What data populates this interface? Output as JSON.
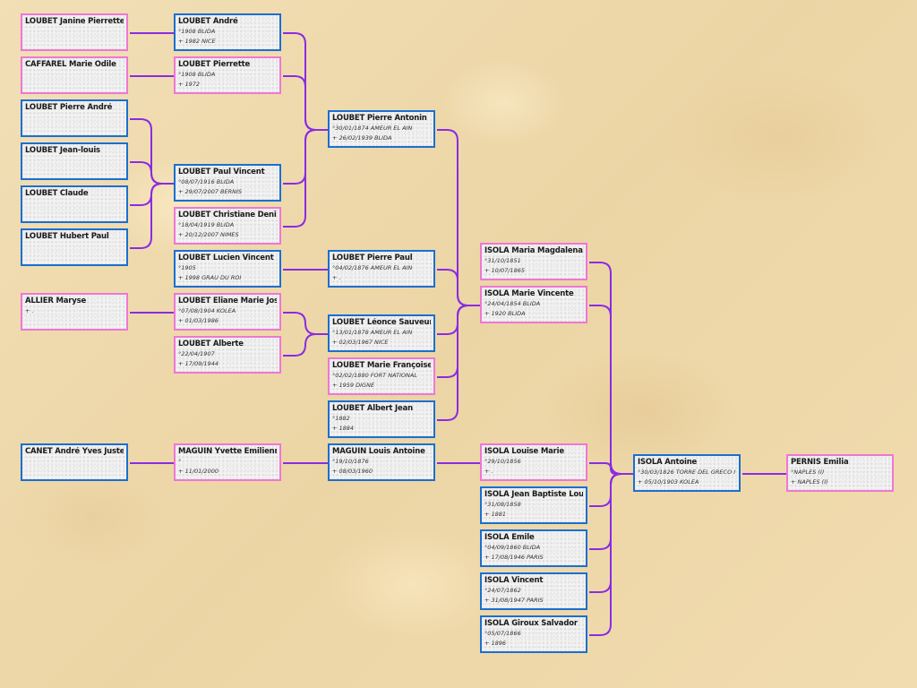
{
  "colors": {
    "male_border": "#1b6fd0",
    "female_border": "#ee77d4",
    "link": "#8a2be2"
  },
  "people": [
    {
      "id": "loubet-janine-pierrette-armande",
      "sex": "f",
      "name": "LOUBET Janine Pierrette Armande",
      "lines": []
    },
    {
      "id": "caffarel-marie-odile",
      "sex": "f",
      "name": "CAFFAREL Marie Odile",
      "lines": []
    },
    {
      "id": "loubet-pierre-andre-jr",
      "sex": "m",
      "name": "LOUBET Pierre André",
      "lines": []
    },
    {
      "id": "loubet-jean-louis",
      "sex": "m",
      "name": "LOUBET Jean-louis",
      "lines": []
    },
    {
      "id": "loubet-claude",
      "sex": "m",
      "name": "LOUBET Claude",
      "lines": []
    },
    {
      "id": "loubet-hubert-paul",
      "sex": "m",
      "name": "LOUBET Hubert Paul",
      "lines": []
    },
    {
      "id": "allier-maryse",
      "sex": "f",
      "name": "ALLIER Maryse",
      "lines": [
        "+ ."
      ]
    },
    {
      "id": "canet-andre-yves-juste",
      "sex": "m",
      "name": "CANET André Yves Juste",
      "lines": []
    },
    {
      "id": "loubet-andre",
      "sex": "m",
      "name": "LOUBET André",
      "lines": [
        "°1908 BLIDA",
        "+ 1982 NICE"
      ]
    },
    {
      "id": "loubet-pierrette",
      "sex": "f",
      "name": "LOUBET Pierrette",
      "lines": [
        "°1908 BLIDA",
        "+ 1972"
      ]
    },
    {
      "id": "loubet-paul-vincent",
      "sex": "m",
      "name": "LOUBET Paul Vincent",
      "lines": [
        "°08/07/1916 BLIDA",
        "+ 29/07/2007 BERNIS"
      ]
    },
    {
      "id": "loubet-christiane-denise",
      "sex": "f",
      "name": "LOUBET Christiane Denise",
      "lines": [
        "°18/04/1919 BLIDA",
        "+ 20/12/2007 NIMES"
      ]
    },
    {
      "id": "loubet-lucien-vincent",
      "sex": "m",
      "name": "LOUBET Lucien Vincent",
      "lines": [
        "°1905",
        "+ 1998 GRAU DU ROI"
      ]
    },
    {
      "id": "loubet-eliane-marie-josephine",
      "sex": "f",
      "name": "LOUBET Eliane Marie Joséphine",
      "lines": [
        "°07/08/1904 KOLEA",
        "+ 01/03/1986"
      ]
    },
    {
      "id": "loubet-alberte",
      "sex": "f",
      "name": "LOUBET Alberte",
      "lines": [
        "°22/04/1907",
        "+ 17/09/1944"
      ]
    },
    {
      "id": "maguin-yvette-emilienne-ernestine",
      "sex": "f",
      "name": "MAGUIN Yvette Emilienne Ernestine",
      "lines": [
        "°",
        "+ 11/01/2000"
      ]
    },
    {
      "id": "loubet-pierre-antonin",
      "sex": "m",
      "name": "LOUBET Pierre Antonin",
      "lines": [
        "°30/01/1874 AMEUR EL AIN",
        "+ 26/02/1939 BLIDA"
      ]
    },
    {
      "id": "loubet-pierre-paul",
      "sex": "m",
      "name": "LOUBET Pierre Paul",
      "lines": [
        "°04/02/1876 AMEUR EL AIN",
        "+ ."
      ]
    },
    {
      "id": "loubet-leonce-sauveur",
      "sex": "m",
      "name": "LOUBET Léonce Sauveur",
      "lines": [
        "°13/01/1878 AMEUR EL AIN",
        "+ 02/03/1967 NICE"
      ]
    },
    {
      "id": "loubet-marie-francoise",
      "sex": "f",
      "name": "LOUBET Marie Françoise",
      "lines": [
        "°02/02/1880 FORT NATIONAL",
        "+ 1959 DIGNE"
      ]
    },
    {
      "id": "loubet-albert-jean",
      "sex": "m",
      "name": "LOUBET Albert Jean",
      "lines": [
        "°1882",
        "+ 1884"
      ]
    },
    {
      "id": "maguin-louis-antoine",
      "sex": "m",
      "name": "MAGUIN Louis Antoine",
      "lines": [
        "°19/10/1876",
        "+ 08/03/1960"
      ]
    },
    {
      "id": "isola-maria-magdalena-rosa",
      "sex": "f",
      "name": "ISOLA Maria Magdalena Rosa",
      "lines": [
        "°31/10/1851",
        "+ 10/07/1865"
      ]
    },
    {
      "id": "isola-marie-vincente",
      "sex": "f",
      "name": "ISOLA Marie Vincente",
      "lines": [
        "°24/04/1854 BLIDA",
        "+ 1920 BLIDA"
      ]
    },
    {
      "id": "isola-louise-marie",
      "sex": "f",
      "name": "ISOLA Louise Marie",
      "lines": [
        "°29/10/1856",
        "+ ."
      ]
    },
    {
      "id": "isola-jean-baptiste-louis",
      "sex": "m",
      "name": "ISOLA Jean Baptiste Louis",
      "lines": [
        "°31/08/1858",
        "+ 1881"
      ]
    },
    {
      "id": "isola-emile",
      "sex": "m",
      "name": "ISOLA Emile",
      "lines": [
        "°04/09/1860 BLIDA",
        "+ 17/08/1946 PARIS"
      ]
    },
    {
      "id": "isola-vincent",
      "sex": "m",
      "name": "ISOLA Vincent",
      "lines": [
        "°24/07/1862",
        "+ 31/08/1947 PARIS"
      ]
    },
    {
      "id": "isola-giroux-salvador",
      "sex": "m",
      "name": "ISOLA Giroux Salvador",
      "lines": [
        "°05/07/1866",
        "+ 1896"
      ]
    },
    {
      "id": "isola-antoine",
      "sex": "m",
      "name": "ISOLA Antoine",
      "lines": [
        "°30/03/1826 TORRE DEL GRECO I -",
        "+ 05/10/1903 KOLEA"
      ]
    },
    {
      "id": "pernis-emilia",
      "sex": "f",
      "name": "PERNIS Emilia",
      "lines": [
        "°NAPLES (I)",
        "+ NAPLES (I)"
      ]
    }
  ],
  "links": [
    {
      "from": "loubet-janine-pierrette-armande",
      "to": "loubet-andre"
    },
    {
      "from": "caffarel-marie-odile",
      "to": "loubet-pierrette"
    },
    {
      "from": "loubet-pierre-andre-jr",
      "to": "loubet-paul-vincent"
    },
    {
      "from": "loubet-jean-louis",
      "to": "loubet-paul-vincent"
    },
    {
      "from": "loubet-claude",
      "to": "loubet-paul-vincent"
    },
    {
      "from": "loubet-hubert-paul",
      "to": "loubet-paul-vincent"
    },
    {
      "from": "allier-maryse",
      "to": "loubet-eliane-marie-josephine"
    },
    {
      "from": "canet-andre-yves-juste",
      "to": "maguin-yvette-emilienne-ernestine"
    },
    {
      "from": "loubet-andre",
      "to": "loubet-pierre-antonin"
    },
    {
      "from": "loubet-pierrette",
      "to": "loubet-pierre-antonin"
    },
    {
      "from": "loubet-paul-vincent",
      "to": "loubet-pierre-antonin"
    },
    {
      "from": "loubet-christiane-denise",
      "to": "loubet-pierre-antonin"
    },
    {
      "from": "loubet-lucien-vincent",
      "to": "loubet-pierre-paul"
    },
    {
      "from": "loubet-eliane-marie-josephine",
      "to": "loubet-leonce-sauveur"
    },
    {
      "from": "loubet-alberte",
      "to": "loubet-leonce-sauveur"
    },
    {
      "from": "maguin-yvette-emilienne-ernestine",
      "to": "maguin-louis-antoine"
    },
    {
      "from": "loubet-pierre-antonin",
      "to": "isola-marie-vincente"
    },
    {
      "from": "loubet-pierre-paul",
      "to": "isola-marie-vincente"
    },
    {
      "from": "loubet-leonce-sauveur",
      "to": "isola-marie-vincente"
    },
    {
      "from": "loubet-marie-francoise",
      "to": "isola-marie-vincente"
    },
    {
      "from": "loubet-albert-jean",
      "to": "isola-marie-vincente"
    },
    {
      "from": "maguin-louis-antoine",
      "to": "isola-louise-marie"
    },
    {
      "from": "isola-maria-magdalena-rosa",
      "to": "isola-antoine"
    },
    {
      "from": "isola-marie-vincente",
      "to": "isola-antoine"
    },
    {
      "from": "isola-louise-marie",
      "to": "isola-antoine"
    },
    {
      "from": "isola-jean-baptiste-louis",
      "to": "isola-antoine"
    },
    {
      "from": "isola-emile",
      "to": "isola-antoine"
    },
    {
      "from": "isola-vincent",
      "to": "isola-antoine"
    },
    {
      "from": "isola-giroux-salvador",
      "to": "isola-antoine"
    },
    {
      "from": "isola-antoine",
      "to": "pernis-emilia",
      "kind": "spouse"
    }
  ]
}
